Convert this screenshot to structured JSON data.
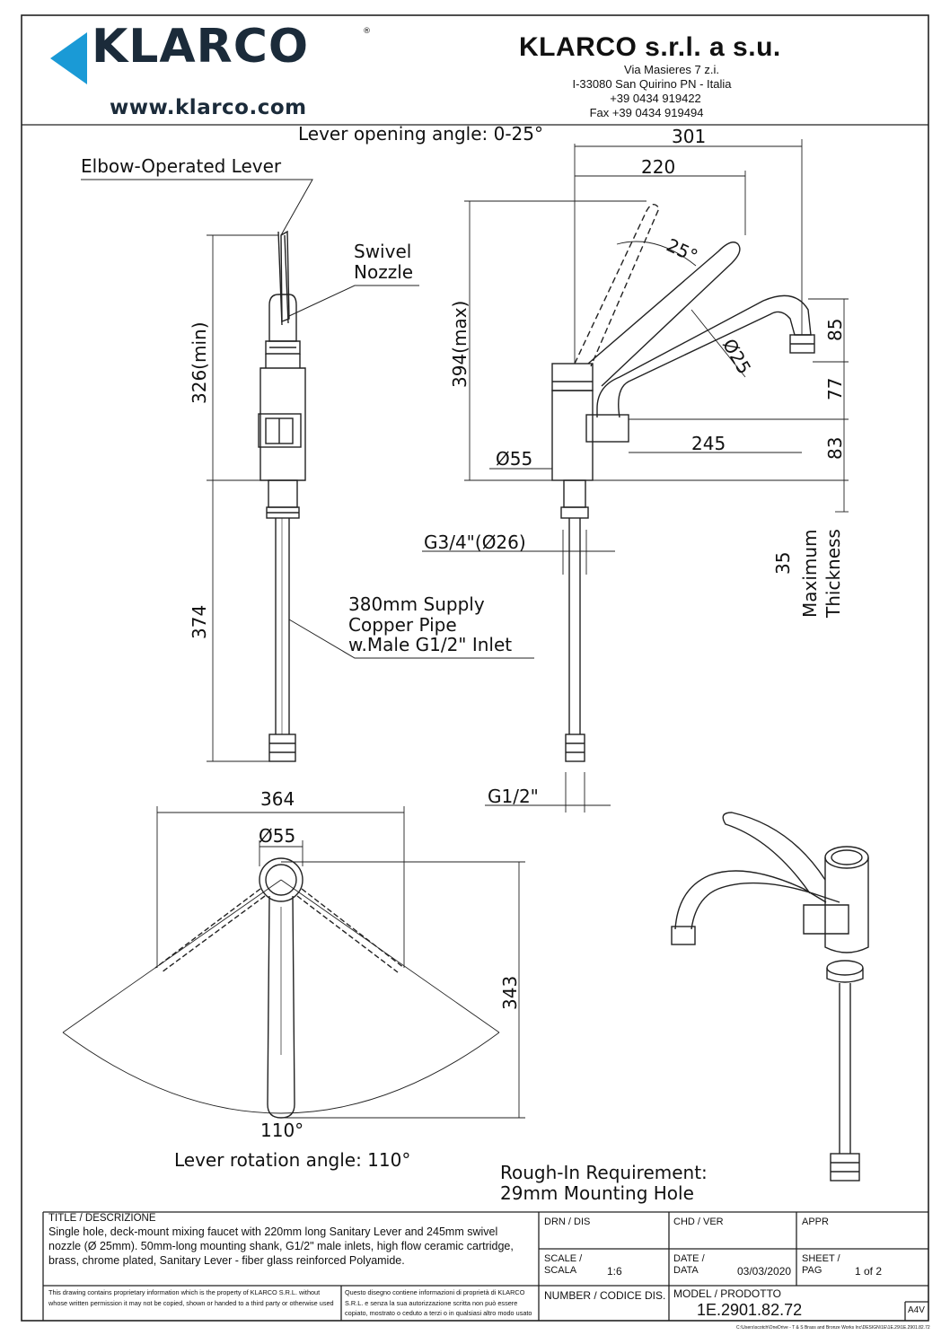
{
  "header": {
    "brand": "KLARCO",
    "registered": "®",
    "website": "www.klarco.com",
    "company": "KLARCO  s.r.l. a s.u.",
    "address_1": "Via Masieres 7 z.i.",
    "address_2": "I-33080 San Quirino PN - Italia",
    "phone": "+39 0434 919422",
    "fax": "Fax  +39 0434 919494",
    "brand_color": "#1a9ad6"
  },
  "drawing": {
    "lever_opening": "Lever opening angle: 0-25°",
    "elbow_lever": "Elbow-Operated Lever",
    "swivel_1": "Swivel",
    "swivel_2": "Nozzle",
    "supply_1": "380mm Supply",
    "supply_2": "Copper Pipe",
    "supply_3": "w.Male G1/2\" Inlet",
    "lever_rotation": "Lever rotation angle: 110°",
    "rough_1": "Rough-In Requirement:",
    "rough_2": "29mm Mounting Hole",
    "thickness_1": "35",
    "thickness_2": "Maximum",
    "thickness_3": "Thickness",
    "dims": {
      "d301": "301",
      "d220": "220",
      "d25deg": "25°",
      "d394": "394(max)",
      "d326": "326(min)",
      "d374": "374",
      "d85": "85",
      "d77": "77",
      "d83": "83",
      "d245": "245",
      "dphi25": "Ø25",
      "dphi55": "Ø55",
      "dg34": "G3/4\"(Ø26)",
      "dg12": "G1/2\"",
      "d364": "364",
      "dphi55b": "Ø55",
      "d343": "343",
      "d110": "110°"
    }
  },
  "title_block": {
    "title_label": "TITLE / DESCRIZIONE",
    "description": "Single hole, deck-mount mixing faucet with 220mm long Sanitary Lever and 245mm swivel nozzle (Ø 25mm). 50mm-long mounting shank, G1/2\" male inlets, high flow ceramic cartridge, brass, chrome plated, Sanitary Lever - fiber glass reinforced Polyamide.",
    "drn_label": "DRN / DIS",
    "chd_label": "CHD / VER",
    "appr_label": "APPR",
    "scale_label_1": "SCALE /",
    "scale_label_2": "SCALA",
    "scale_value": "1:6",
    "date_label_1": "DATE /",
    "date_label_2": "DATA",
    "date_value": "03/03/2020",
    "sheet_label_1": "SHEET /",
    "sheet_label_2": "PAG",
    "sheet_value": "1 of 2",
    "legal_en": "This drawing contains proprietary information which is the property of KLARCO S.R.L. without whose written permission it may not be copied, shown or handed to a third party or otherwise used",
    "legal_it": "Questo disegno contiene informazioni di proprietà di KLARCO S.R.L. e senza la sua autorizzazione scritta non può essere copiato, mostrato o ceduto a terzi o in qualsiasi altro modo usato",
    "number_label": "NUMBER / CODICE DIS.",
    "model_label": "MODEL / PRODOTTO",
    "model_value": "1E.2901.82.72",
    "paper": "A4V",
    "file_path": "C:\\Users\\scotch\\OneDrive - T & S Brass and Bronze Works Inc\\DESIGN\\1E\\1E.29\\1E.2901.82.72"
  }
}
